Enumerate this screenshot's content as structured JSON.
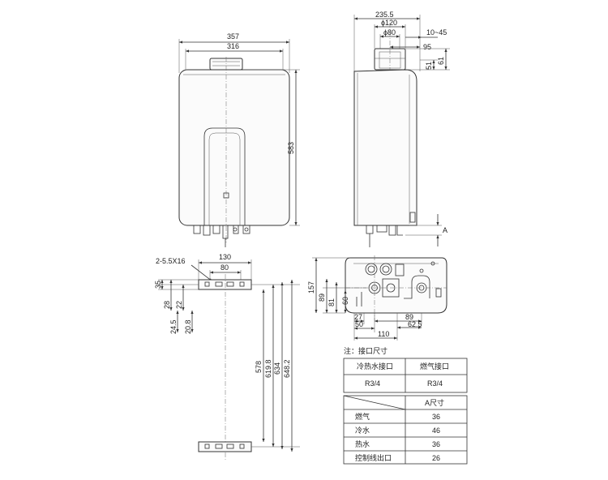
{
  "front": {
    "width_outer": "357",
    "width_inner": "316",
    "height": "583"
  },
  "side": {
    "depth": "235.5",
    "flue_outer": "ϕ120",
    "flue_inner": "ϕ80",
    "offset_range": "10~45",
    "offset": "95",
    "flue_height_a": "51",
    "flue_height_b": "61",
    "a_label": "A"
  },
  "bracket": {
    "holes": "2-5.5X16",
    "top_width": "130",
    "top_inner": "80",
    "v_35": "35",
    "v_28": "28",
    "v_22": "22",
    "v_24_5": "24.5",
    "v_20_8": "20.8",
    "h_578": "578",
    "h_619_8": "619.8",
    "h_634": "634",
    "h_648_2": "648.2"
  },
  "bottom": {
    "h_157": "157",
    "h_89": "89",
    "h_81": "81",
    "h_60": "60",
    "w_27": "27",
    "w_50": "50",
    "w_89": "89",
    "w_62_5": "62.5",
    "w_110": "110"
  },
  "note": {
    "title": "注：接口尺寸",
    "headers": [
      "冷热水接口",
      "燃气接口"
    ],
    "values": [
      "R3/4",
      "R3/4"
    ]
  },
  "a_table": {
    "header": "A尺寸",
    "rows": [
      {
        "label": "燃气",
        "value": "36"
      },
      {
        "label": "冷水",
        "value": "46"
      },
      {
        "label": "热水",
        "value": "36"
      },
      {
        "label": "控制线出口",
        "value": "26"
      }
    ]
  }
}
